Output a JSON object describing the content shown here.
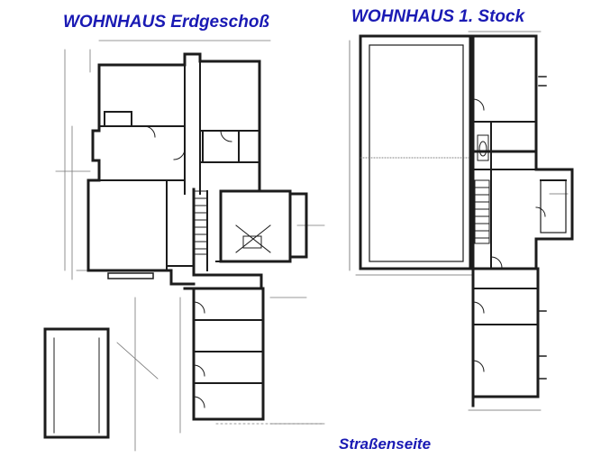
{
  "titles": {
    "ground_floor": "WOHNHAUS Erdgeschoß",
    "first_floor": "WOHNHAUS 1. Stock",
    "street_side": "Straßenseite"
  },
  "colors": {
    "title": "#1a1ab4",
    "ink": "#1c1c1c"
  }
}
